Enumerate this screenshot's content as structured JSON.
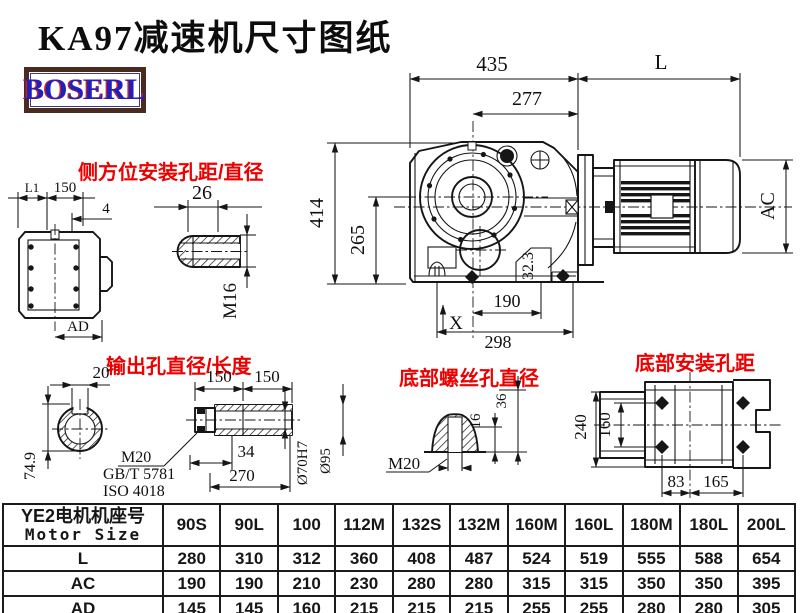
{
  "page": {
    "title": "KA97减速机尺寸图纸",
    "logo_text": "BOSERL"
  },
  "section_labels": {
    "side_mount": "侧方位安装孔距/直径",
    "output_hole": "输出孔直径/长度",
    "bottom_screw": "底部螺丝孔直径",
    "bottom_mount": "底部安装孔距"
  },
  "main_view": {
    "width_435": "435",
    "motor_length": "L",
    "inner_277": "277",
    "height_414": "414",
    "center_265": "265",
    "motor_ac": "AC",
    "angle_323": "32.3",
    "base_190": "190",
    "base_298": "298",
    "x_label": "X"
  },
  "side_view": {
    "l1": "L1",
    "d150": "150",
    "d4": "4",
    "ad": "AD"
  },
  "side_bolt": {
    "d26": "26",
    "m16": "M16"
  },
  "output_view": {
    "d20": "20",
    "d749": "74.9",
    "d150a": "150",
    "d150b": "150",
    "m20": "M20",
    "std_gb": "GB/T 5781",
    "std_iso": "ISO 4018",
    "d34": "34",
    "d270": "270",
    "bore": "Ø70H7",
    "outer": "Ø95"
  },
  "screw_view": {
    "m20": "M20",
    "d16": "16",
    "d36": "36"
  },
  "bottom_view": {
    "d240": "240",
    "d160": "160",
    "d83": "83",
    "d165": "165"
  },
  "table": {
    "header_line1": "YE2电机机座号",
    "header_line2": "Motor Size",
    "columns": [
      "90S",
      "90L",
      "100",
      "112M",
      "132S",
      "132M",
      "160M",
      "160L",
      "180M",
      "180L",
      "200L"
    ],
    "rows": [
      {
        "label": "L",
        "values": [
          "280",
          "310",
          "312",
          "360",
          "408",
          "487",
          "524",
          "519",
          "555",
          "588",
          "654"
        ]
      },
      {
        "label": "AC",
        "values": [
          "190",
          "190",
          "210",
          "230",
          "280",
          "280",
          "315",
          "315",
          "350",
          "350",
          "395"
        ]
      },
      {
        "label": "AD",
        "values": [
          "145",
          "145",
          "160",
          "215",
          "215",
          "215",
          "255",
          "255",
          "280",
          "280",
          "305"
        ]
      }
    ]
  },
  "colors": {
    "accent_red": "#ee0000",
    "logo_blue": "#2020c0",
    "logo_border": "#4b2b1f",
    "line": "#161616"
  }
}
